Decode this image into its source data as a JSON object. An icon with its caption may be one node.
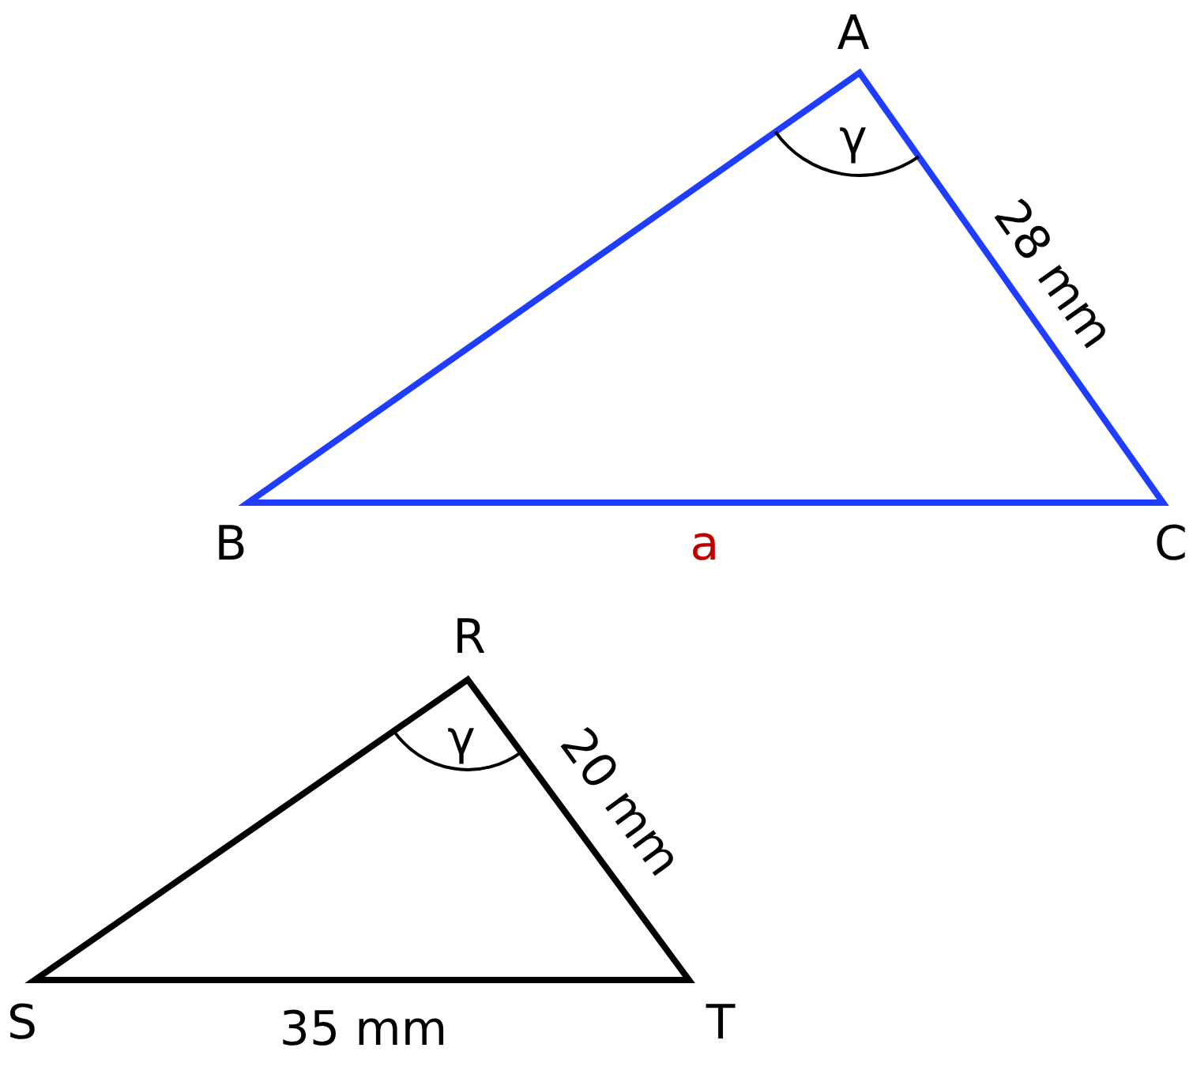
{
  "diagram": {
    "labels": [
      "A",
      "γ",
      "28 mm",
      "B",
      "a",
      "C",
      "R",
      "γ",
      "20 mm",
      "S",
      "35 mm",
      "T"
    ]
  }
}
